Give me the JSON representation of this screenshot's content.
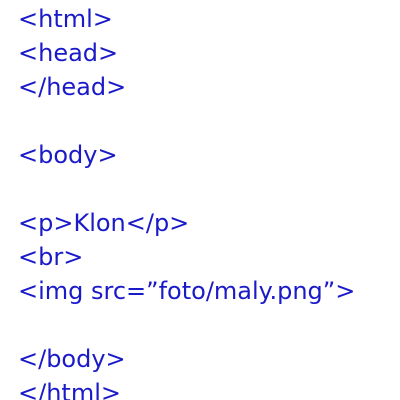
{
  "text_color": "#1a1ac8",
  "lines": [
    "<html>",
    "<head>",
    "</head>",
    "",
    "<body>",
    "",
    "<p>Klon</p>",
    "<br>",
    "<img src=”foto/maly.png”>",
    "",
    "</body>",
    "</html>"
  ]
}
